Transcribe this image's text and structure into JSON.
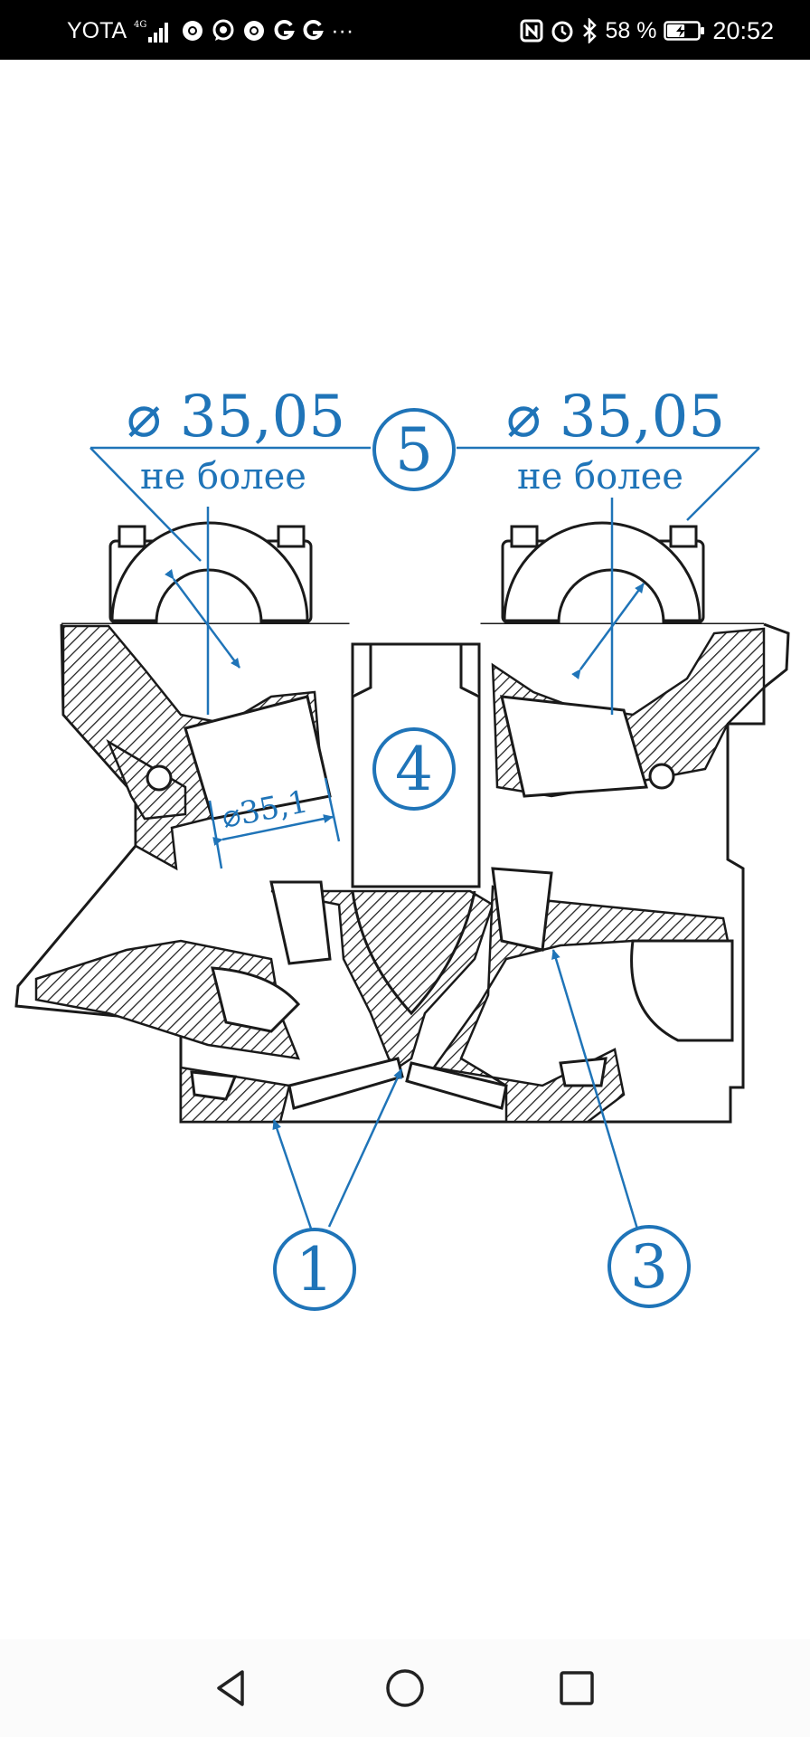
{
  "status_bar": {
    "carrier": "YOTA",
    "network": "4G",
    "dots": "···",
    "battery_percent": "58 %",
    "battery_level": 0.58,
    "time": "20:52"
  },
  "diagram": {
    "dim_left": "⌀ 35,05",
    "dim_left_note": "не более",
    "dim_right": "⌀ 35,05",
    "dim_right_note": "не более",
    "dim_inner": "⌀35,1",
    "callout_1": "1",
    "callout_3": "3",
    "callout_4": "4",
    "callout_5": "5",
    "accent_color": "#1f74b8",
    "line_color": "#1a1a1a"
  },
  "nav_bar": {
    "icons": [
      "back-icon",
      "home-icon",
      "recents-icon"
    ]
  }
}
